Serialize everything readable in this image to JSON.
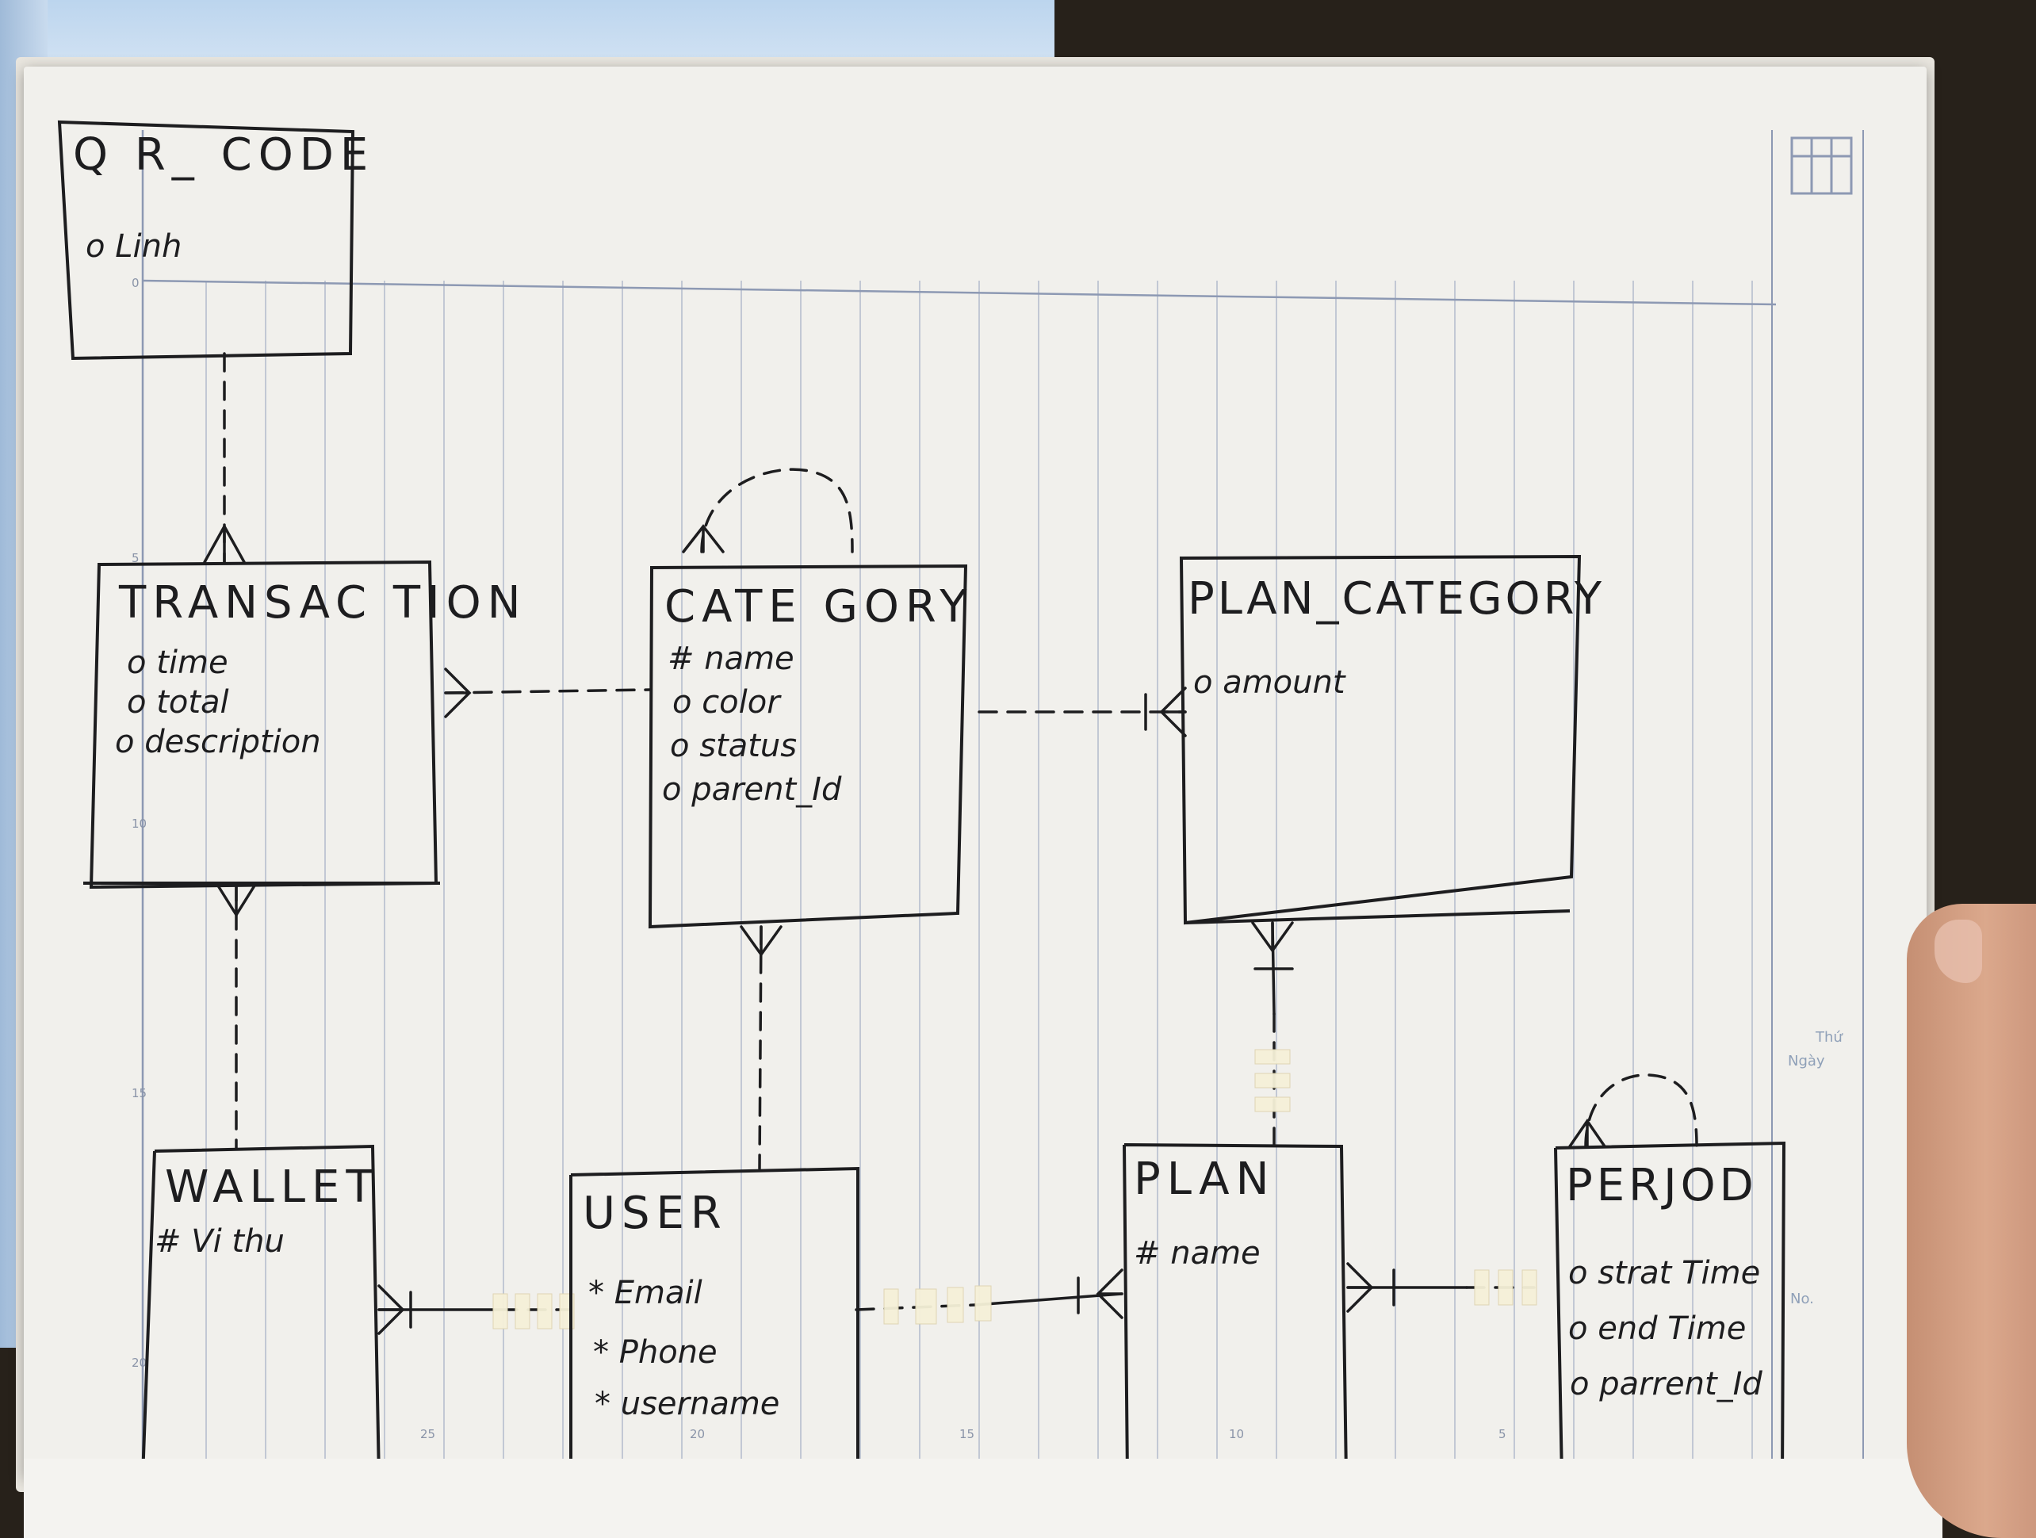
{
  "entities": [
    {
      "id": "qr_code",
      "name": "Q R_ CODE",
      "attributes": [
        "o Linh"
      ]
    },
    {
      "id": "transaction",
      "name": "TRANSAC TION",
      "attributes": [
        "o time",
        "o total",
        "o description"
      ]
    },
    {
      "id": "category",
      "name": "CATE GORY",
      "attributes": [
        "# name",
        "o color",
        "o status",
        "o parent_Id"
      ]
    },
    {
      "id": "plan_category",
      "name": "PLAN_CATEGORY",
      "attributes": [
        "o amount"
      ]
    },
    {
      "id": "wallet",
      "name": "WALLET",
      "attributes": [
        "# Vi thu"
      ]
    },
    {
      "id": "user",
      "name": "USER",
      "attributes": [
        "* Email",
        "* Phone",
        "* username"
      ]
    },
    {
      "id": "plan",
      "name": "PLAN",
      "attributes": [
        "# name"
      ]
    },
    {
      "id": "period",
      "name": "PERJOD",
      "attributes": [
        "o strat Time",
        "o end Time",
        "o parrent_Id"
      ]
    }
  ],
  "relationships": [
    {
      "from": "qr_code",
      "to": "transaction",
      "line": "dashed",
      "crow_at": "transaction"
    },
    {
      "from": "transaction",
      "to": "category",
      "line": "dashed",
      "crow_at": "transaction"
    },
    {
      "from": "category",
      "to": "plan_category",
      "line": "dashed",
      "crow_at": "plan_category"
    },
    {
      "from": "category",
      "to": "category",
      "line": "dashed",
      "crow_at": "category"
    },
    {
      "from": "transaction",
      "to": "wallet",
      "line": "dashed",
      "crow_at": "transaction"
    },
    {
      "from": "category",
      "to": "user",
      "line": "dashed",
      "crow_at": "category"
    },
    {
      "from": "plan_category",
      "to": "plan",
      "line": "solid-dashed",
      "crow_at": "plan_category"
    },
    {
      "from": "wallet",
      "to": "user",
      "line": "solid-dashed",
      "crow_at": "wallet"
    },
    {
      "from": "user",
      "to": "plan",
      "line": "solid-dashed",
      "crow_at": "plan"
    },
    {
      "from": "plan",
      "to": "period",
      "line": "solid-dashed",
      "crow_at": "plan"
    },
    {
      "from": "period",
      "to": "period",
      "line": "dashed",
      "crow_at": "period"
    }
  ],
  "notebook": {
    "sidebar_labels": [
      "Thứ",
      "Ngày",
      "No."
    ],
    "margin_ticks": [
      "0",
      "5",
      "10",
      "15",
      "20"
    ],
    "bottom_ticks": [
      "25",
      "20",
      "15",
      "10",
      "5"
    ]
  },
  "colors": {
    "ink": "#1d1d1f",
    "rule": "#8d99b3",
    "paper": "#f1f0ec",
    "tape": "#f6f1d8"
  }
}
